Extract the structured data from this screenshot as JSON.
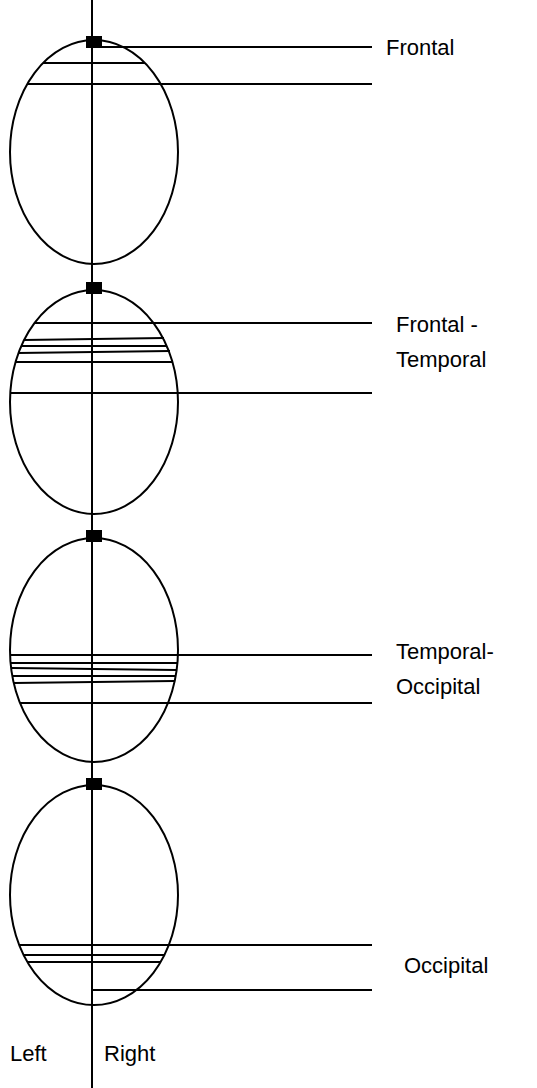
{
  "diagram": {
    "labels": [
      "Frontal",
      "Frontal -Temporal",
      "Temporal- Occipital",
      "Occipital",
      "Left",
      "Right"
    ]
  }
}
